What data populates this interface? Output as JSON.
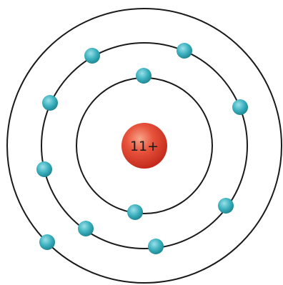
{
  "nucleus": {
    "label": "11+",
    "color": "#e03a2a",
    "highlight": "#f28a6c"
  },
  "shells": [
    {
      "id": "shell-1",
      "electron_count": 2
    },
    {
      "id": "shell-2",
      "electron_count": 8
    },
    {
      "id": "shell-3",
      "electron_count": 1
    }
  ],
  "colors": {
    "orbit": "#1a1a1a",
    "electron": "#2a9fae",
    "electron_light": "#7fd3dd"
  }
}
